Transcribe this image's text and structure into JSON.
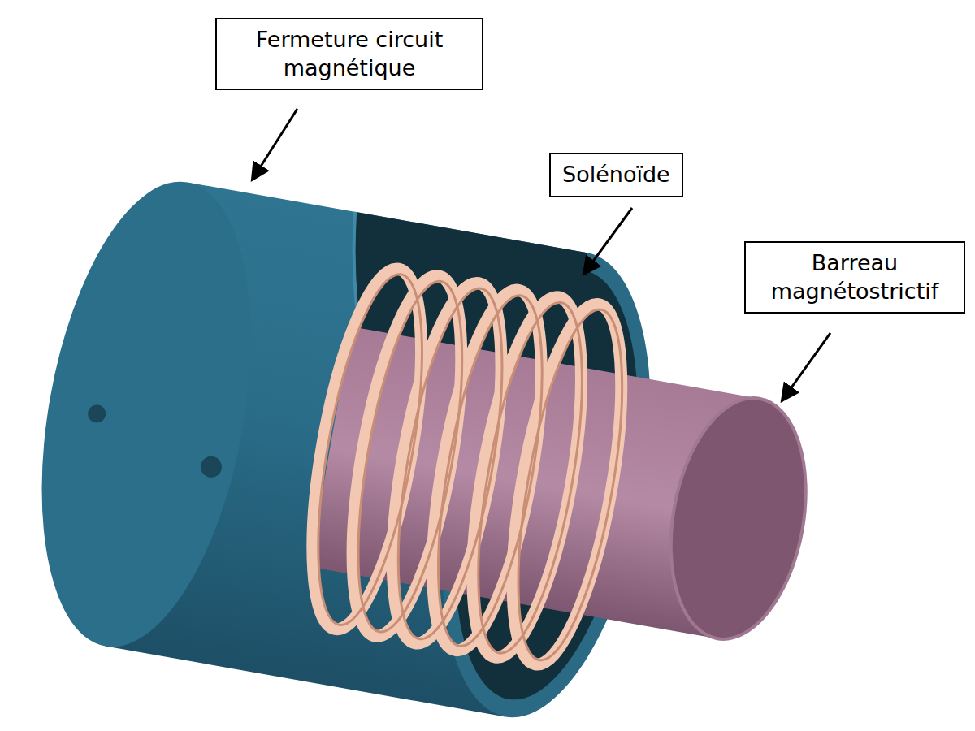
{
  "diagram": {
    "nodes": [
      {
        "text": [
          "Fermeture circuit magnétique"
        ]
      },
      {
        "text": [
          "Solénoïde"
        ]
      },
      {
        "text": [
          "Barreau magnétostrictif"
        ]
      }
    ]
  }
}
